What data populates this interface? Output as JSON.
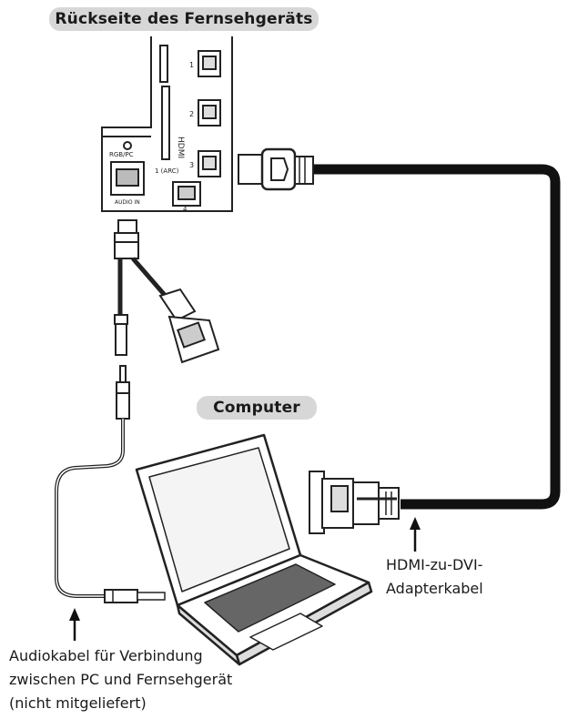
{
  "labels": {
    "tv_back": "Rückseite des Fernsehgeräts",
    "computer": "Computer"
  },
  "captions": {
    "hdmi_adapter": [
      "HDMI-zu-DVI-",
      "Adapterkabel"
    ],
    "audio_cable": [
      "Audiokabel für Verbindung",
      "zwischen PC und Fernsehgerät",
      "(nicht mitgeliefert)"
    ]
  },
  "tv_panel": {
    "port_group_label": "HDMI",
    "port_numbers": [
      "1",
      "2",
      "3",
      "4"
    ],
    "rgb_label": "RGB/PC",
    "audio_in_label": "AUDIO IN",
    "sub_label": "1 (ARC)"
  },
  "colors": {
    "cable": "#111111",
    "label_bg": "#d7d7d7",
    "outline": "#222222"
  }
}
